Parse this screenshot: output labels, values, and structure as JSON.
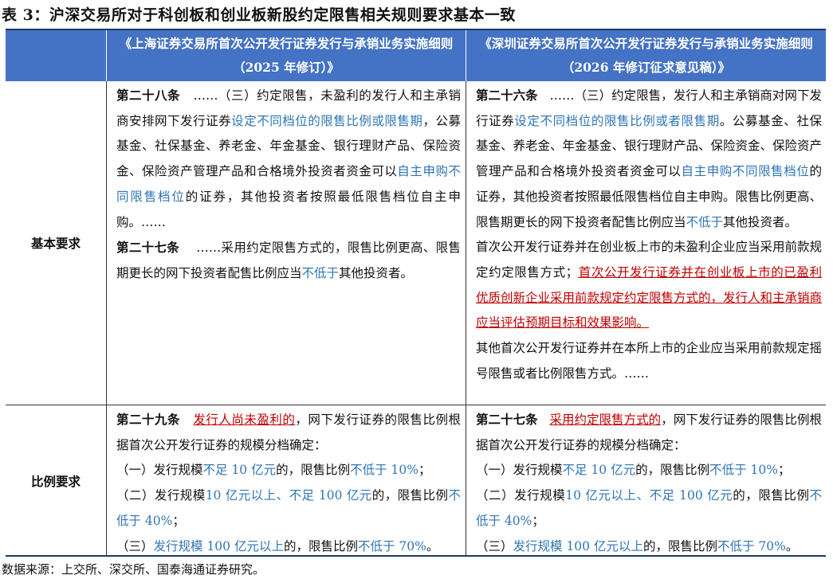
{
  "title": "表 3：沪深交易所对于科创板和创业板新股约定限售相关规则要求基本一致",
  "header": {
    "col_left": "《上海证券交易所首次公开发行证券发行与承销业务实施细则（2025 年修订）》",
    "col_right": "《深圳证券交易所首次公开发行证券发行与承销业务实施细则（2026 年修订征求意见稿）》"
  },
  "rows": {
    "basic": {
      "label": "基本要求",
      "left": {
        "a28_title": "第二十八条",
        "a28_t1": "……（三）约定限售，未盈利的发行人和主承销商安排网下发行证券",
        "a28_hl1": "设定不同档位的限售比例或限售期",
        "a28_t2": "，公募基金、社保基金、养老金、年金基金、银行理财产品、保险资金、保险资产管理产品和合格境外投资者资金可以",
        "a28_hl2": "自主申购不同限售档位",
        "a28_t3": "的证券，其他投资者按照最低限售档位自主申购。……",
        "a27_title": "第二十七条",
        "a27_t1": "……采用约定限售方式的，限售比例更高、限售期更长的网下投资者配售比例应当",
        "a27_hl1": "不低于",
        "a27_t2": "其他投资者。"
      },
      "right": {
        "a26_title": "第二十六条",
        "a26_t1": "……（三）约定限售，发行人和主承销商对网下发行证券",
        "a26_hl1": "设定不同档位的限售比例或者限售期",
        "a26_t2": "。公募基金、社保基金、养老金、年金基金、银行理财产品、保险资金、保险资产管理产品和合格境外投资者资金可以",
        "a26_hl2": "自主申购不同限售档位",
        "a26_t3": "的证券，其他投资者按照最低限售档位自主申购。限售比例更高、限售期更长的网下投资者配售比例应当",
        "a26_hl3": "不低于",
        "a26_t4": "其他投资者。",
        "p2": "首次公开发行证券并在创业板上市的未盈利企业应当采用前款规定约定限售方式；",
        "p2_red": "首次公开发行证券并在创业板上市的已盈利优质创新企业采用前款规定约定限售方式的，发行人和主承销商应当评估预期目标和效果影响。",
        "p3": "其他首次公开发行证券并在本所上市的企业应当采用前款规定摇号限售或者比例限售方式。……"
      }
    },
    "ratio": {
      "label": "比例要求",
      "left": {
        "title": "第二十九条",
        "red": "发行人尚未盈利的",
        "t1": "，网下发行证券的限售比例根据首次公开发行证券的规模分档确定：",
        "i1_a": "（一）发行规模",
        "i1_b": "不足 10 亿元",
        "i1_c": "的，限售比例",
        "i1_d": "不低于 10%",
        "i1_e": "；",
        "i2_a": "（二）发行规模",
        "i2_b": "10 亿元以上、不足 100 亿元",
        "i2_c": "的，限售比例",
        "i2_d": "不低于 40%",
        "i2_e": "；",
        "i3_a": "（三）",
        "i3_b": "发行规模 100 亿元以上",
        "i3_c": "的，限售比例",
        "i3_d": "不低于 70%",
        "i3_e": "。"
      },
      "right": {
        "title": "第二十七条",
        "red": "采用约定限售方式的",
        "t1": "，网下发行证券的限售比例根据首次公开发行证券的规模分档确定：",
        "i1_a": "（一）发行规模",
        "i1_b": "不足 10 亿元",
        "i1_c": "的，限售比例",
        "i1_d": "不低于 10%",
        "i1_e": "；",
        "i2_a": "（二）发行规模",
        "i2_b": "10 亿元以上、不足 100 亿元",
        "i2_c": "的，限售比例",
        "i2_d": "不低于 40%",
        "i2_e": "；",
        "i3_a": "（三）",
        "i3_b": "发行规模 100 亿元以上",
        "i3_c": "的，限售比例",
        "i3_d": "不低于 70%",
        "i3_e": "。"
      }
    }
  },
  "source": "数据来源：上交所、深交所、国泰海通证券研究。",
  "colors": {
    "header_bg": "#4472c4",
    "highlight_blue": "#2e75b6",
    "highlight_red": "#c00000"
  }
}
